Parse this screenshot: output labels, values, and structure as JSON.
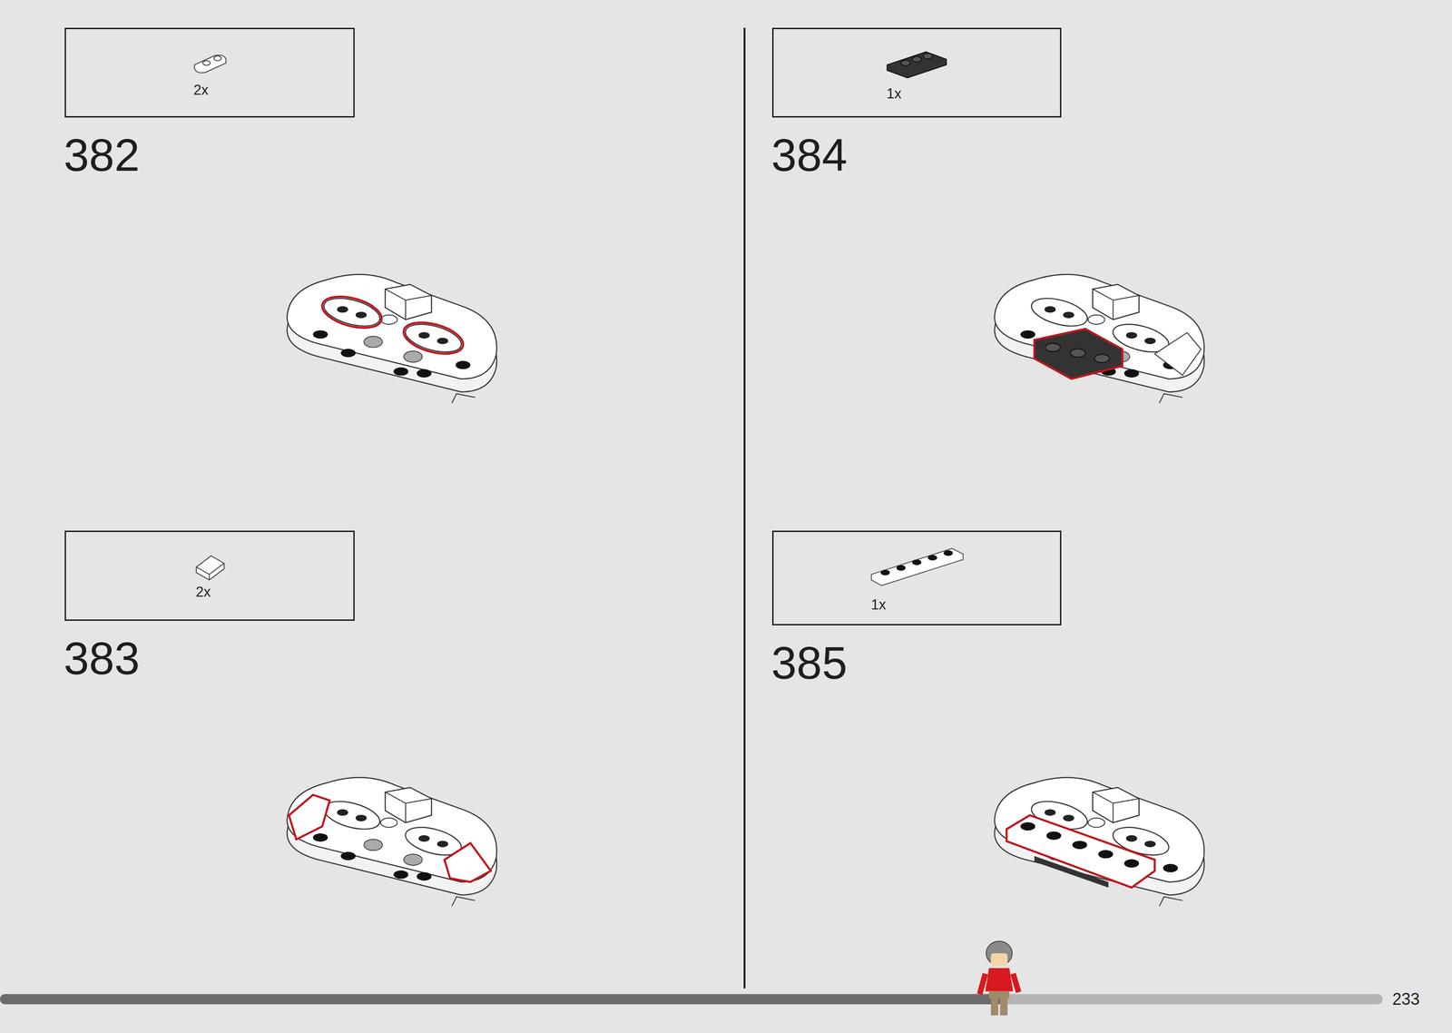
{
  "diagram": {
    "nodes": [
      {
        "text": [
          "2x"
        ]
      },
      {
        "text": [
          "2x"
        ]
      },
      {
        "text": [
          "1x"
        ]
      },
      {
        "text": [
          "1x"
        ]
      }
    ],
    "labels": [
      "382",
      "383",
      "384",
      "385",
      "233"
    ]
  }
}
